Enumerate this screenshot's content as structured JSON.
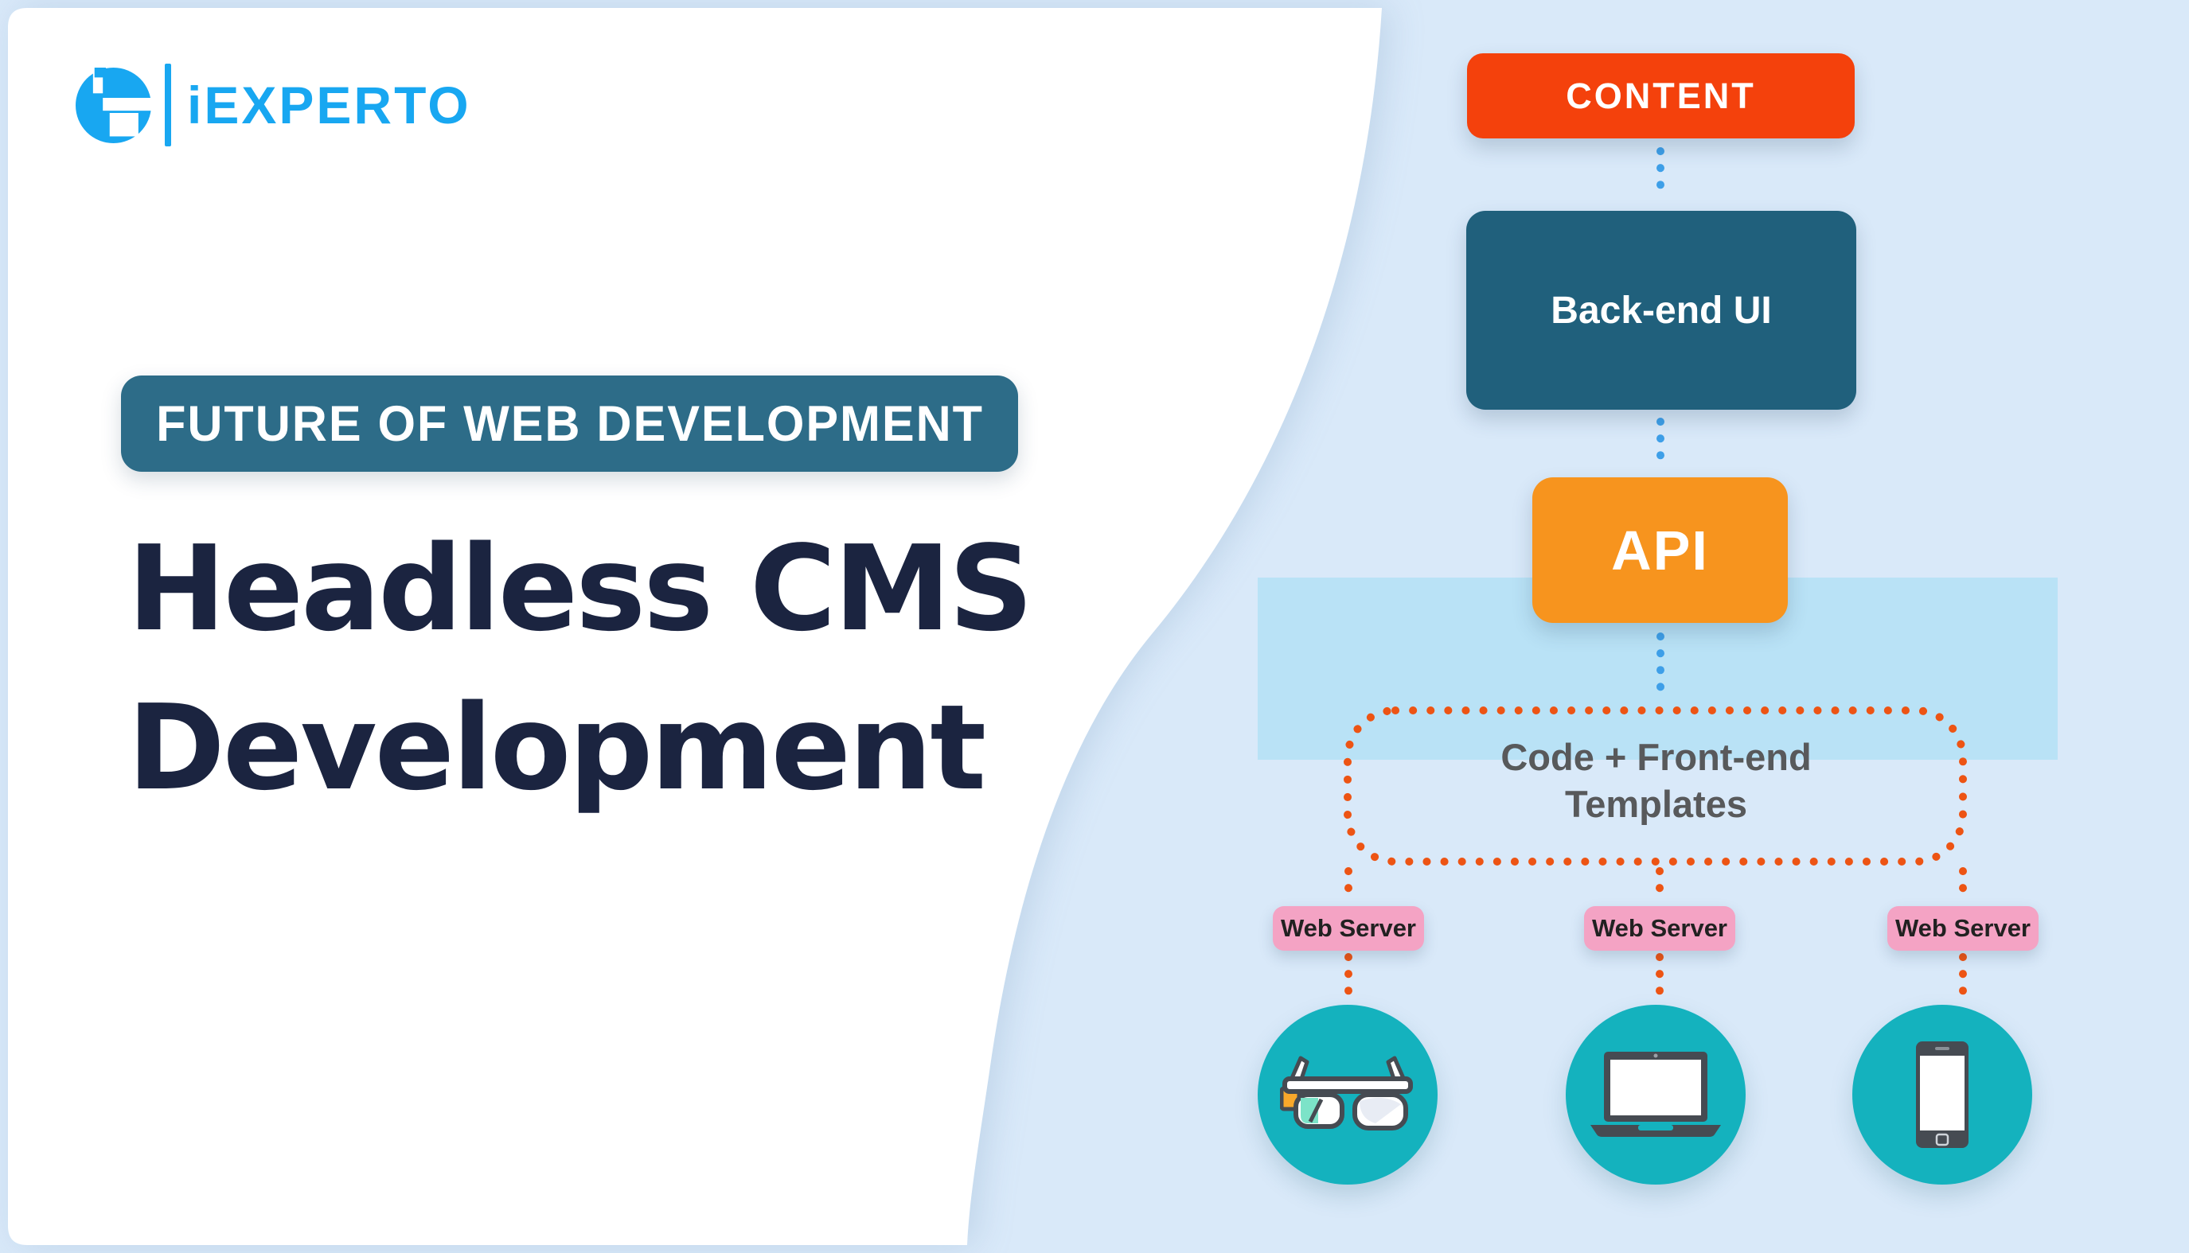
{
  "logo": {
    "brand": "iEXPERTO"
  },
  "hero": {
    "badge": "FUTURE OF WEB DEVELOPMENT",
    "title_line1": "Headless CMS",
    "title_line2": "Development"
  },
  "diagram": {
    "nodes": {
      "content": "CONTENT",
      "backend": "Back-end UI",
      "api": "API",
      "templates_line1": "Code + Front-end",
      "templates_line2": "Templates"
    },
    "web_servers": [
      {
        "label": "Web Server"
      },
      {
        "label": "Web Server"
      },
      {
        "label": "Web Server"
      }
    ],
    "devices": [
      {
        "name": "smart-glasses-icon"
      },
      {
        "name": "laptop-icon"
      },
      {
        "name": "smartphone-icon"
      }
    ]
  },
  "colors": {
    "bg_blue": "#D9E9F9",
    "panel_white": "#FFFFFF",
    "logo_blue": "#18A7F1",
    "badge_teal": "#2D6C88",
    "title_navy": "#1B2440",
    "content_red": "#F4410C",
    "backend_teal": "#20607C",
    "api_orange": "#F7941E",
    "band_blue": "#B9E2F6",
    "dot_blue": "#3E9FE8",
    "dash_orange": "#ED5414",
    "pink": "#F4A3C4",
    "label_text": "#212121",
    "gray_text": "#58595B",
    "circle_teal": "#14B2BE",
    "device_dark": "#464B52",
    "glasses_mint": "#7CE3C8",
    "glasses_yellow": "#F9A82B"
  }
}
